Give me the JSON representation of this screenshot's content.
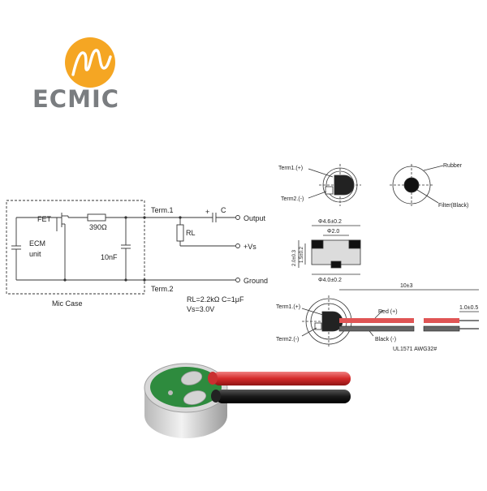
{
  "logo": {
    "text": "ECMIC",
    "colors": {
      "orange": "#F5A623",
      "gray": "#7A7D80"
    }
  },
  "circuit": {
    "fet_label": "FET",
    "resistor_label": "390Ω",
    "ecm_label_line1": "ECM",
    "ecm_label_line2": "unit",
    "cap_label": "10nF",
    "case_label": "Mic Case",
    "term1_label": "Term.1",
    "term2_label": "Term.2",
    "plus_label": "+",
    "c_label": "C",
    "rl_label": "RL",
    "output_label": "Output",
    "vs_label": "+Vs",
    "ground_label": "Ground",
    "params_line1": "RL=2.2kΩ   C=1μF",
    "params_line2": "Vs=3.0V"
  },
  "drawing": {
    "term1_label": "Term1.(+)",
    "term2_label": "Term2.(-)",
    "rubber_label": "Rubber",
    "filter_label": "Filter(Black)",
    "dim_outer_top": "Φ4.6±0.2",
    "dim_inner": "Φ2.0",
    "dim_height": "2.0±0.3",
    "dim_body": "1.5±0.2",
    "dim_outer_bottom": "Φ4.0±0.2",
    "lead_term1_label": "Term1.(+)",
    "lead_term2_label": "Term2.(-)",
    "lead_length": "10±3",
    "strip_length": "1.0±0.5",
    "red_label": "Red (+)",
    "black_label": "Black (-)",
    "wire_spec": "UL1571   AWG32#",
    "colors": {
      "red_wire": "#E05555",
      "black_wire": "#222222",
      "pcb": "#2E8B3E"
    }
  }
}
